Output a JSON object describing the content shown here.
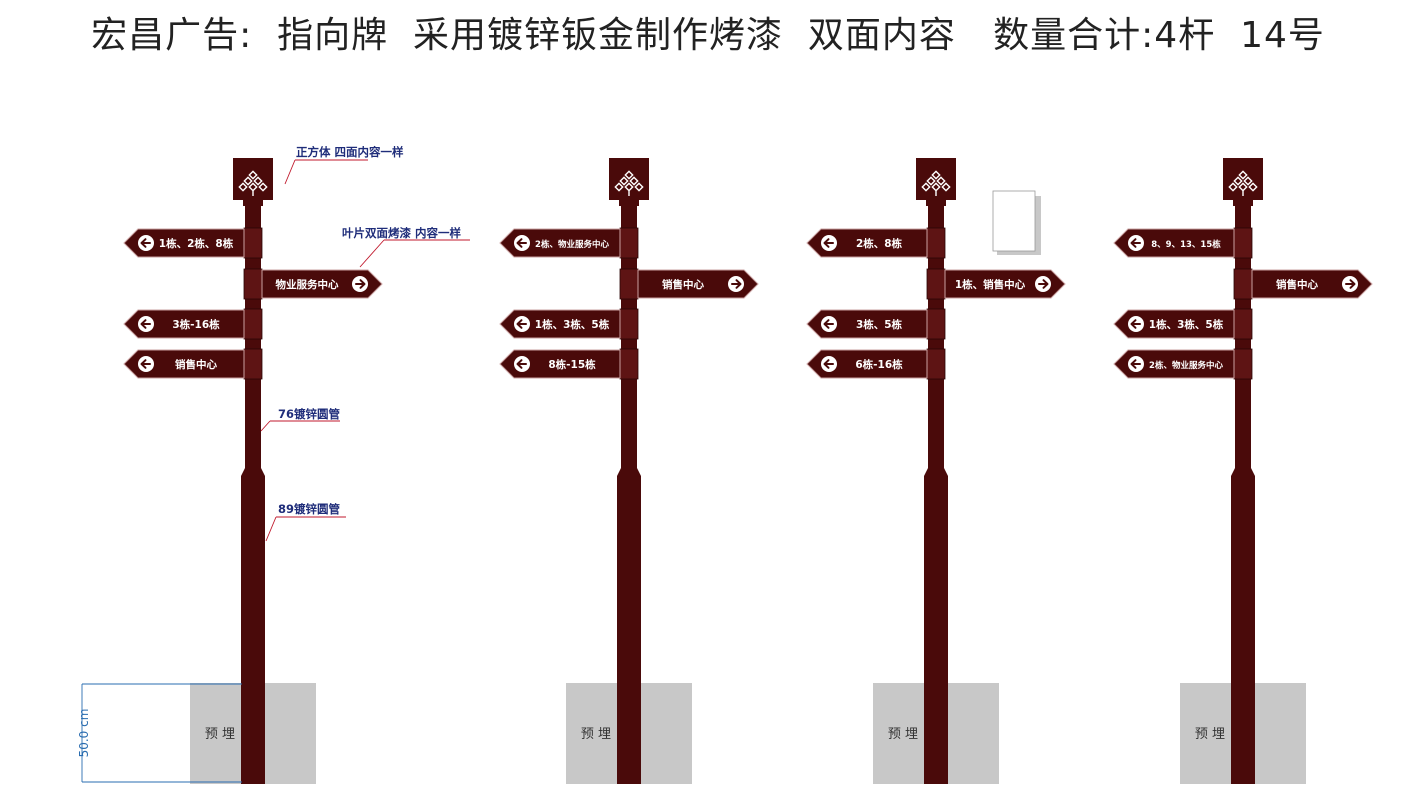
{
  "title": "宏昌广告:  指向牌  采用镀锌钣金制作烤漆  双面内容   数量合计:4杆  14号",
  "colors": {
    "pole": "#4a0a0a",
    "sign": "#4a0a0a",
    "sign_text": "#ffffff",
    "base": "#c8c8c8",
    "annotation": "#1f2d7a",
    "leader": "#c0182c",
    "dimension": "#2a6db0"
  },
  "annotations": {
    "cube": "正方体 四面内容一样",
    "blades": "叶片双面烤漆 内容一样",
    "pipe76": "76镀锌圆管",
    "pipe89": "89镀锌圆管"
  },
  "dimension": {
    "value": "50.0 cm"
  },
  "base_label": "预 埋",
  "poles": [
    {
      "signs": [
        {
          "direction": "left",
          "text": "1栋、2栋、8栋"
        },
        {
          "direction": "right",
          "text": "物业服务中心"
        },
        {
          "direction": "left",
          "text": "3栋-16栋"
        },
        {
          "direction": "left",
          "text": "销售中心"
        }
      ]
    },
    {
      "signs": [
        {
          "direction": "left",
          "text": "2栋、物业服务中心"
        },
        {
          "direction": "right",
          "text": "销售中心"
        },
        {
          "direction": "left",
          "text": "1栋、3栋、5栋"
        },
        {
          "direction": "left",
          "text": "8栋-15栋"
        }
      ]
    },
    {
      "signs": [
        {
          "direction": "left",
          "text": "2栋、8栋"
        },
        {
          "direction": "right",
          "text": "1栋、销售中心"
        },
        {
          "direction": "left",
          "text": "3栋、5栋"
        },
        {
          "direction": "left",
          "text": "6栋-16栋"
        }
      ]
    },
    {
      "signs": [
        {
          "direction": "left",
          "text": "8、9、13、15栋"
        },
        {
          "direction": "right",
          "text": "销售中心"
        },
        {
          "direction": "left",
          "text": "1栋、3栋、5栋"
        },
        {
          "direction": "left",
          "text": "2栋、物业服务中心"
        }
      ]
    }
  ]
}
